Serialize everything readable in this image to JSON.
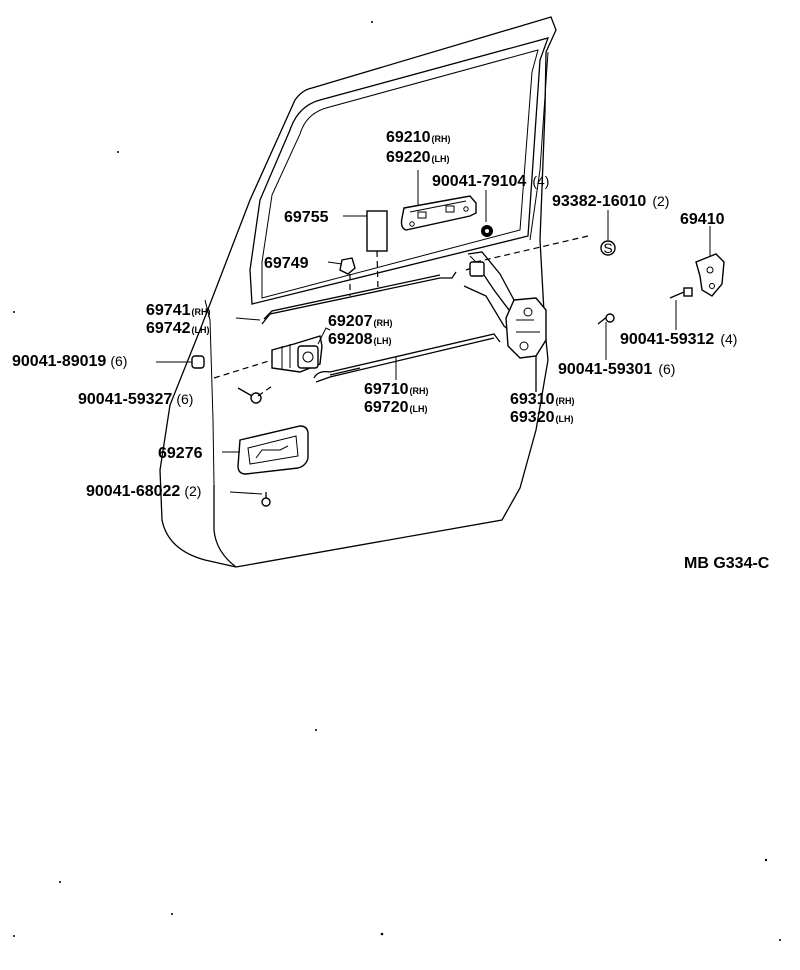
{
  "diagram_code": "MB G334-C",
  "parts": {
    "p69210": {
      "no": "69210",
      "suffix": "(RH)"
    },
    "p69220": {
      "no": "69220",
      "suffix": "(LH)"
    },
    "p90041_79104": {
      "no": "90041-79104",
      "qty": "(4)"
    },
    "p93382_16010": {
      "no": "93382-16010",
      "qty": "(2)"
    },
    "p69410": {
      "no": "69410"
    },
    "p69755": {
      "no": "69755"
    },
    "p69749": {
      "no": "69749"
    },
    "p69741": {
      "no": "69741",
      "suffix": "(RH)"
    },
    "p69742": {
      "no": "69742",
      "suffix": "(LH)"
    },
    "p69207": {
      "no": "69207",
      "suffix": "(RH)"
    },
    "p69208": {
      "no": "69208",
      "suffix": "(LH)"
    },
    "p90041_89019": {
      "no": "90041-89019",
      "qty": "(6)"
    },
    "p90041_59327": {
      "no": "90041-59327",
      "qty": "(6)"
    },
    "p69710": {
      "no": "69710",
      "suffix": "(RH)"
    },
    "p69720": {
      "no": "69720",
      "suffix": "(LH)"
    },
    "p69310": {
      "no": "69310",
      "suffix": "(RH)"
    },
    "p69320": {
      "no": "69320",
      "suffix": "(LH)"
    },
    "p90041_59312": {
      "no": "90041-59312",
      "qty": "(4)"
    },
    "p90041_59301": {
      "no": "90041-59301",
      "qty": "(6)"
    },
    "p69276": {
      "no": "69276"
    },
    "p90041_68022": {
      "no": "90041-68022",
      "qty": "(2)"
    }
  },
  "symbols": {
    "s_marker": "S"
  }
}
